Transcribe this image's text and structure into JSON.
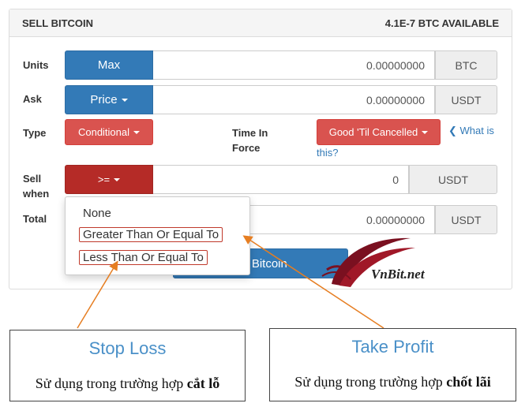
{
  "header": {
    "title": "SELL BITCOIN",
    "available": "4.1E-7 BTC AVAILABLE"
  },
  "units": {
    "label": "Units",
    "button": "Max",
    "value": "0.00000000",
    "unit": "BTC"
  },
  "ask": {
    "label": "Ask",
    "button": "Price",
    "value": "0.00000000",
    "unit": "USDT"
  },
  "type": {
    "label": "Type",
    "button": "Conditional"
  },
  "time_in_force": {
    "label_line1": "Time In",
    "label_line2": "Force",
    "button": "Good 'Til Cancelled",
    "help_link_line1": "What is",
    "help_link_line2": "this?"
  },
  "sell_when": {
    "label_line1": "Sell",
    "label_line2": "when",
    "button": ">=",
    "value": "0",
    "unit": "USDT"
  },
  "total": {
    "label": "Total",
    "value": "0.00000000",
    "unit": "USDT"
  },
  "submit": {
    "label_visible": "ll Bitcoin"
  },
  "dropdown": {
    "options": [
      "None",
      "Greater Than Or Equal To",
      "Less Than Or Equal To"
    ]
  },
  "callouts": {
    "stop_loss": {
      "title": "Stop Loss",
      "text_prefix": "Sử dụng trong trường hợp ",
      "text_bold": "cắt lỗ"
    },
    "take_profit": {
      "title": "Take Profit",
      "text_prefix": "Sử dụng trong trường hợp ",
      "text_bold": "chốt lãi"
    }
  },
  "watermark": {
    "text": "VnBit.net"
  },
  "colors": {
    "primary_blue": "#337ab7",
    "danger_red": "#d9534f",
    "dark_red": "#b52b27",
    "arrow_orange": "#e67e22",
    "callout_title": "#4a90c8"
  }
}
